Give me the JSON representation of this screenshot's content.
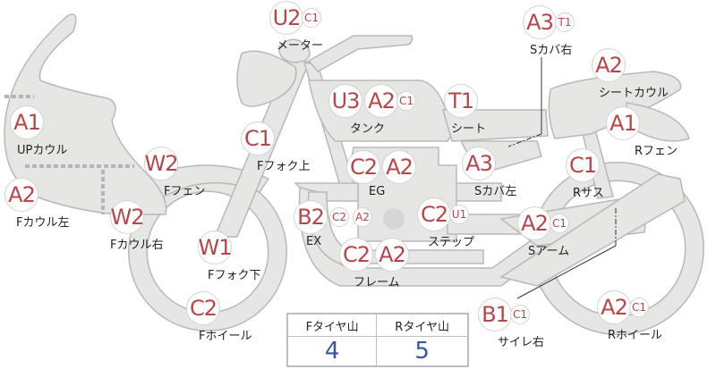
{
  "colors": {
    "part_fill": "#e6e6e5",
    "part_stroke": "#b8b8b8",
    "code_text": "#b5474b",
    "tire_value": "#3b56a0"
  },
  "parts": [
    {
      "label": "メーター",
      "codes": [
        {
          "code": "U2"
        },
        {
          "code": "C1"
        }
      ]
    },
    {
      "label": "Sカバ右",
      "codes": [
        {
          "code": "A3"
        },
        {
          "code": "T1"
        }
      ]
    },
    {
      "label": "シートカウル",
      "codes": [
        {
          "code": "A2"
        }
      ]
    },
    {
      "label": "タンク",
      "codes": [
        {
          "code": "U3"
        },
        {
          "code": "A2"
        },
        {
          "code": "C1"
        }
      ]
    },
    {
      "label": "シート",
      "codes": [
        {
          "code": "T1"
        }
      ]
    },
    {
      "label": "UPカウル",
      "codes": [
        {
          "code": "A1"
        }
      ]
    },
    {
      "label": "Rフェン",
      "codes": [
        {
          "code": "A1"
        }
      ]
    },
    {
      "label": "Fフォク上",
      "codes": [
        {
          "code": "C1"
        }
      ]
    },
    {
      "label": "Fフェン",
      "codes": [
        {
          "code": "W2"
        }
      ]
    },
    {
      "label": "EG",
      "codes": [
        {
          "code": "C2"
        },
        {
          "code": "A2"
        }
      ]
    },
    {
      "label": "Sカバ左",
      "codes": [
        {
          "code": "A3"
        }
      ]
    },
    {
      "label": "Rサス",
      "codes": [
        {
          "code": "C1"
        }
      ]
    },
    {
      "label": "Fカウル左",
      "codes": [
        {
          "code": "A2"
        }
      ]
    },
    {
      "label": "Fカウル右",
      "codes": [
        {
          "code": "W2"
        }
      ]
    },
    {
      "label": "EX",
      "codes": [
        {
          "code": "B2"
        },
        {
          "code": "C2"
        },
        {
          "code": "A2"
        }
      ]
    },
    {
      "label": "ステップ",
      "codes": [
        {
          "code": "C2"
        },
        {
          "code": "U1"
        }
      ]
    },
    {
      "label": "Sアーム",
      "codes": [
        {
          "code": "A2"
        },
        {
          "code": "C1"
        }
      ]
    },
    {
      "label": "Fフォク下",
      "codes": [
        {
          "code": "W1"
        }
      ]
    },
    {
      "label": "フレーム",
      "codes": [
        {
          "code": "C2"
        },
        {
          "code": "A2"
        }
      ]
    },
    {
      "label": "Fホイール",
      "codes": [
        {
          "code": "C2"
        }
      ]
    },
    {
      "label": "サイレ右",
      "codes": [
        {
          "code": "B1"
        },
        {
          "code": "C1"
        }
      ]
    },
    {
      "label": "Rホイール",
      "codes": [
        {
          "code": "A2"
        },
        {
          "code": "C1"
        }
      ]
    }
  ],
  "tires": {
    "front_label": "Fタイヤ山",
    "rear_label": "Rタイヤ山",
    "front_value": "4",
    "rear_value": "5"
  }
}
